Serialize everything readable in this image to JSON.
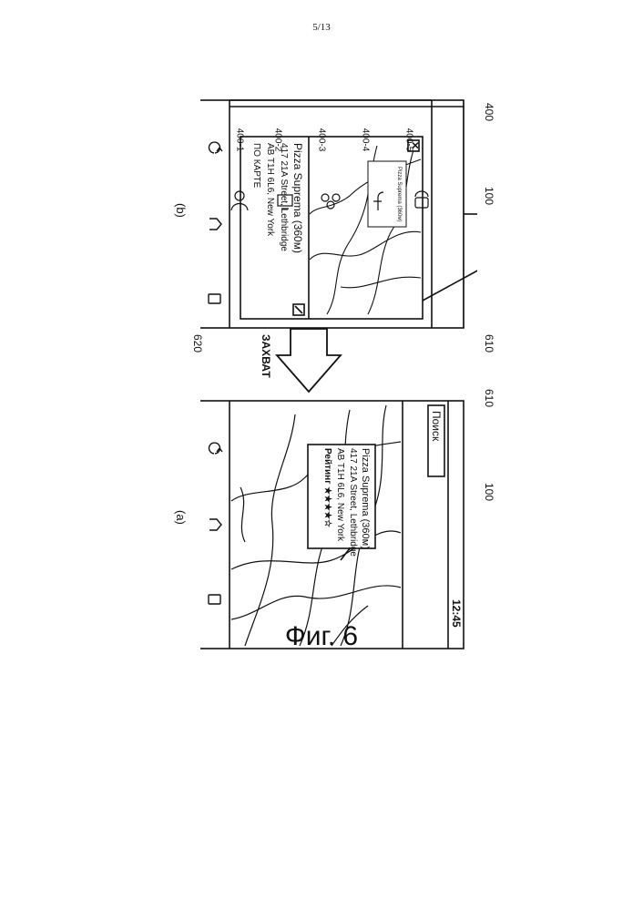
{
  "page_number": "5/13",
  "figure_caption": "Фиг. 6",
  "capture_label": "ЗАХВАТ",
  "panel_a": {
    "sublabel": "(a)",
    "status_time": "12:45",
    "search_placeholder": "Поиск",
    "popup": {
      "title": "Pizza Suprema (360м)",
      "line1": "417 21A Street, Lethbridge",
      "line2": "AB T1H 6L6, New York",
      "rating_label": "Рейтинг",
      "rating_stars": "★★★★☆"
    }
  },
  "panel_b": {
    "sublabel": "(b)",
    "captured_title": "Pizza Suprema (360м)",
    "captured_line1": "417 21A Street, Lethbridge",
    "captured_line2": "AB T1H 6L6, New York",
    "captured_line3": "ПО КАРТЕ",
    "close_symbol": "✕",
    "share_icons": [
      "share-icon-person",
      "share-icon-tv",
      "share-icon-group",
      "share-icon-facebook",
      "share-icon-android"
    ]
  },
  "reference_labels": {
    "device_a": "100",
    "device_b": "100",
    "share_panel": "400",
    "share_1": "400-1",
    "share_2": "400-2",
    "share_3": "400-3",
    "share_4": "400-4",
    "share_5": "400-5",
    "map_a": "610",
    "map_b": "610",
    "info_b": "620"
  }
}
